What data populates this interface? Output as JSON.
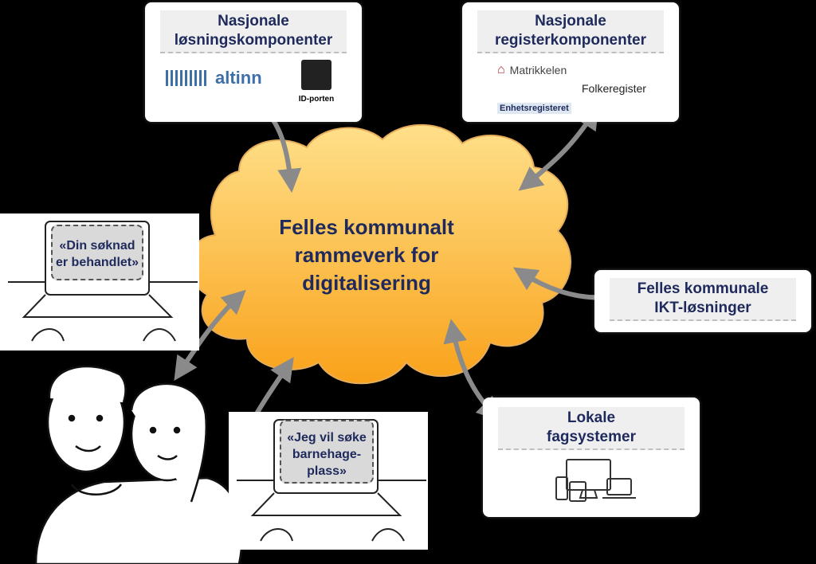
{
  "center": {
    "line1": "Felles kommunalt",
    "line2": "rammeverk for",
    "line3": "digitalisering"
  },
  "boxes": {
    "losning": {
      "line1": "Nasjonale",
      "line2": "løsningskomponenter",
      "altinn": "altinn",
      "idporten": "ID-porten"
    },
    "register": {
      "line1": "Nasjonale",
      "line2": "registerkomponenter",
      "matrikkelen": "Matrikkelen",
      "folkeregister": "Folkeregister",
      "enhetsregisteret": "Enhetsregisteret"
    },
    "ikt": {
      "line1": "Felles kommunale",
      "line2": "IKT-løsninger"
    },
    "lokale": {
      "line1": "Lokale",
      "line2": "fagsystemer"
    }
  },
  "laptops": {
    "top": {
      "line1": "«Din søknad",
      "line2": "er behandlet»"
    },
    "bottom": {
      "line1": "«Jeg vil søke",
      "line2": "barnehage-",
      "line3": "plass»"
    }
  },
  "colors": {
    "title": "#1f2a5c",
    "cloud_top": "#ffe08a",
    "cloud_bottom": "#f9a21a",
    "arrow": "#8a8a8a",
    "altinn": "#3d6fa8",
    "matrikkel": "#b0273a"
  }
}
